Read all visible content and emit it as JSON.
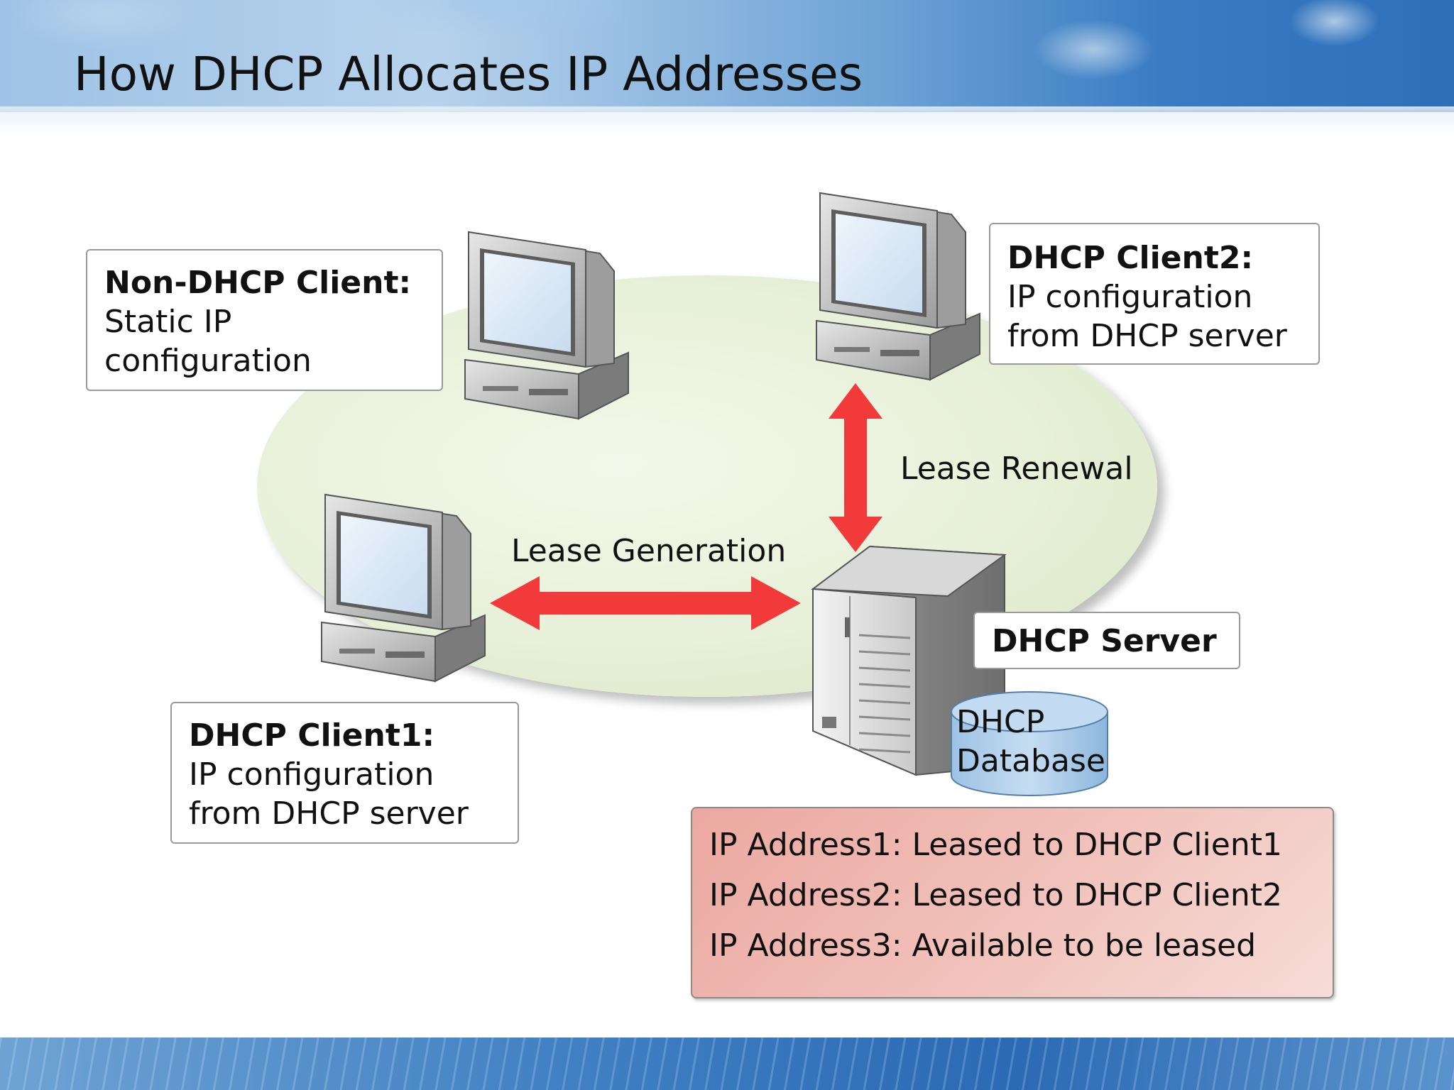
{
  "slide": {
    "title": "How DHCP Allocates IP Addresses"
  },
  "nodes": {
    "non_dhcp_client": {
      "title": "Non-DHCP Client:",
      "lines": [
        "Static IP",
        "configuration"
      ]
    },
    "dhcp_client2": {
      "title": "DHCP Client2:",
      "lines": [
        "IP configuration",
        "from DHCP server"
      ]
    },
    "dhcp_client1": {
      "title": "DHCP Client1:",
      "lines": [
        "IP configuration",
        "from DHCP server"
      ]
    },
    "dhcp_server": {
      "title": "DHCP Server"
    },
    "dhcp_database": {
      "lines": [
        "DHCP",
        "Database"
      ]
    }
  },
  "edges": {
    "lease_generation": "Lease Generation",
    "lease_renewal": "Lease Renewal"
  },
  "lease_table": [
    "IP Address1: Leased to DHCP Client1",
    "IP Address2: Leased to DHCP Client2",
    "IP Address3: Available to be leased"
  ],
  "colors": {
    "arrow": "#f23a3a",
    "ellipse": "#e7f0d8",
    "lease_box": "#f1c3bc",
    "database": "#a9cbe8"
  }
}
